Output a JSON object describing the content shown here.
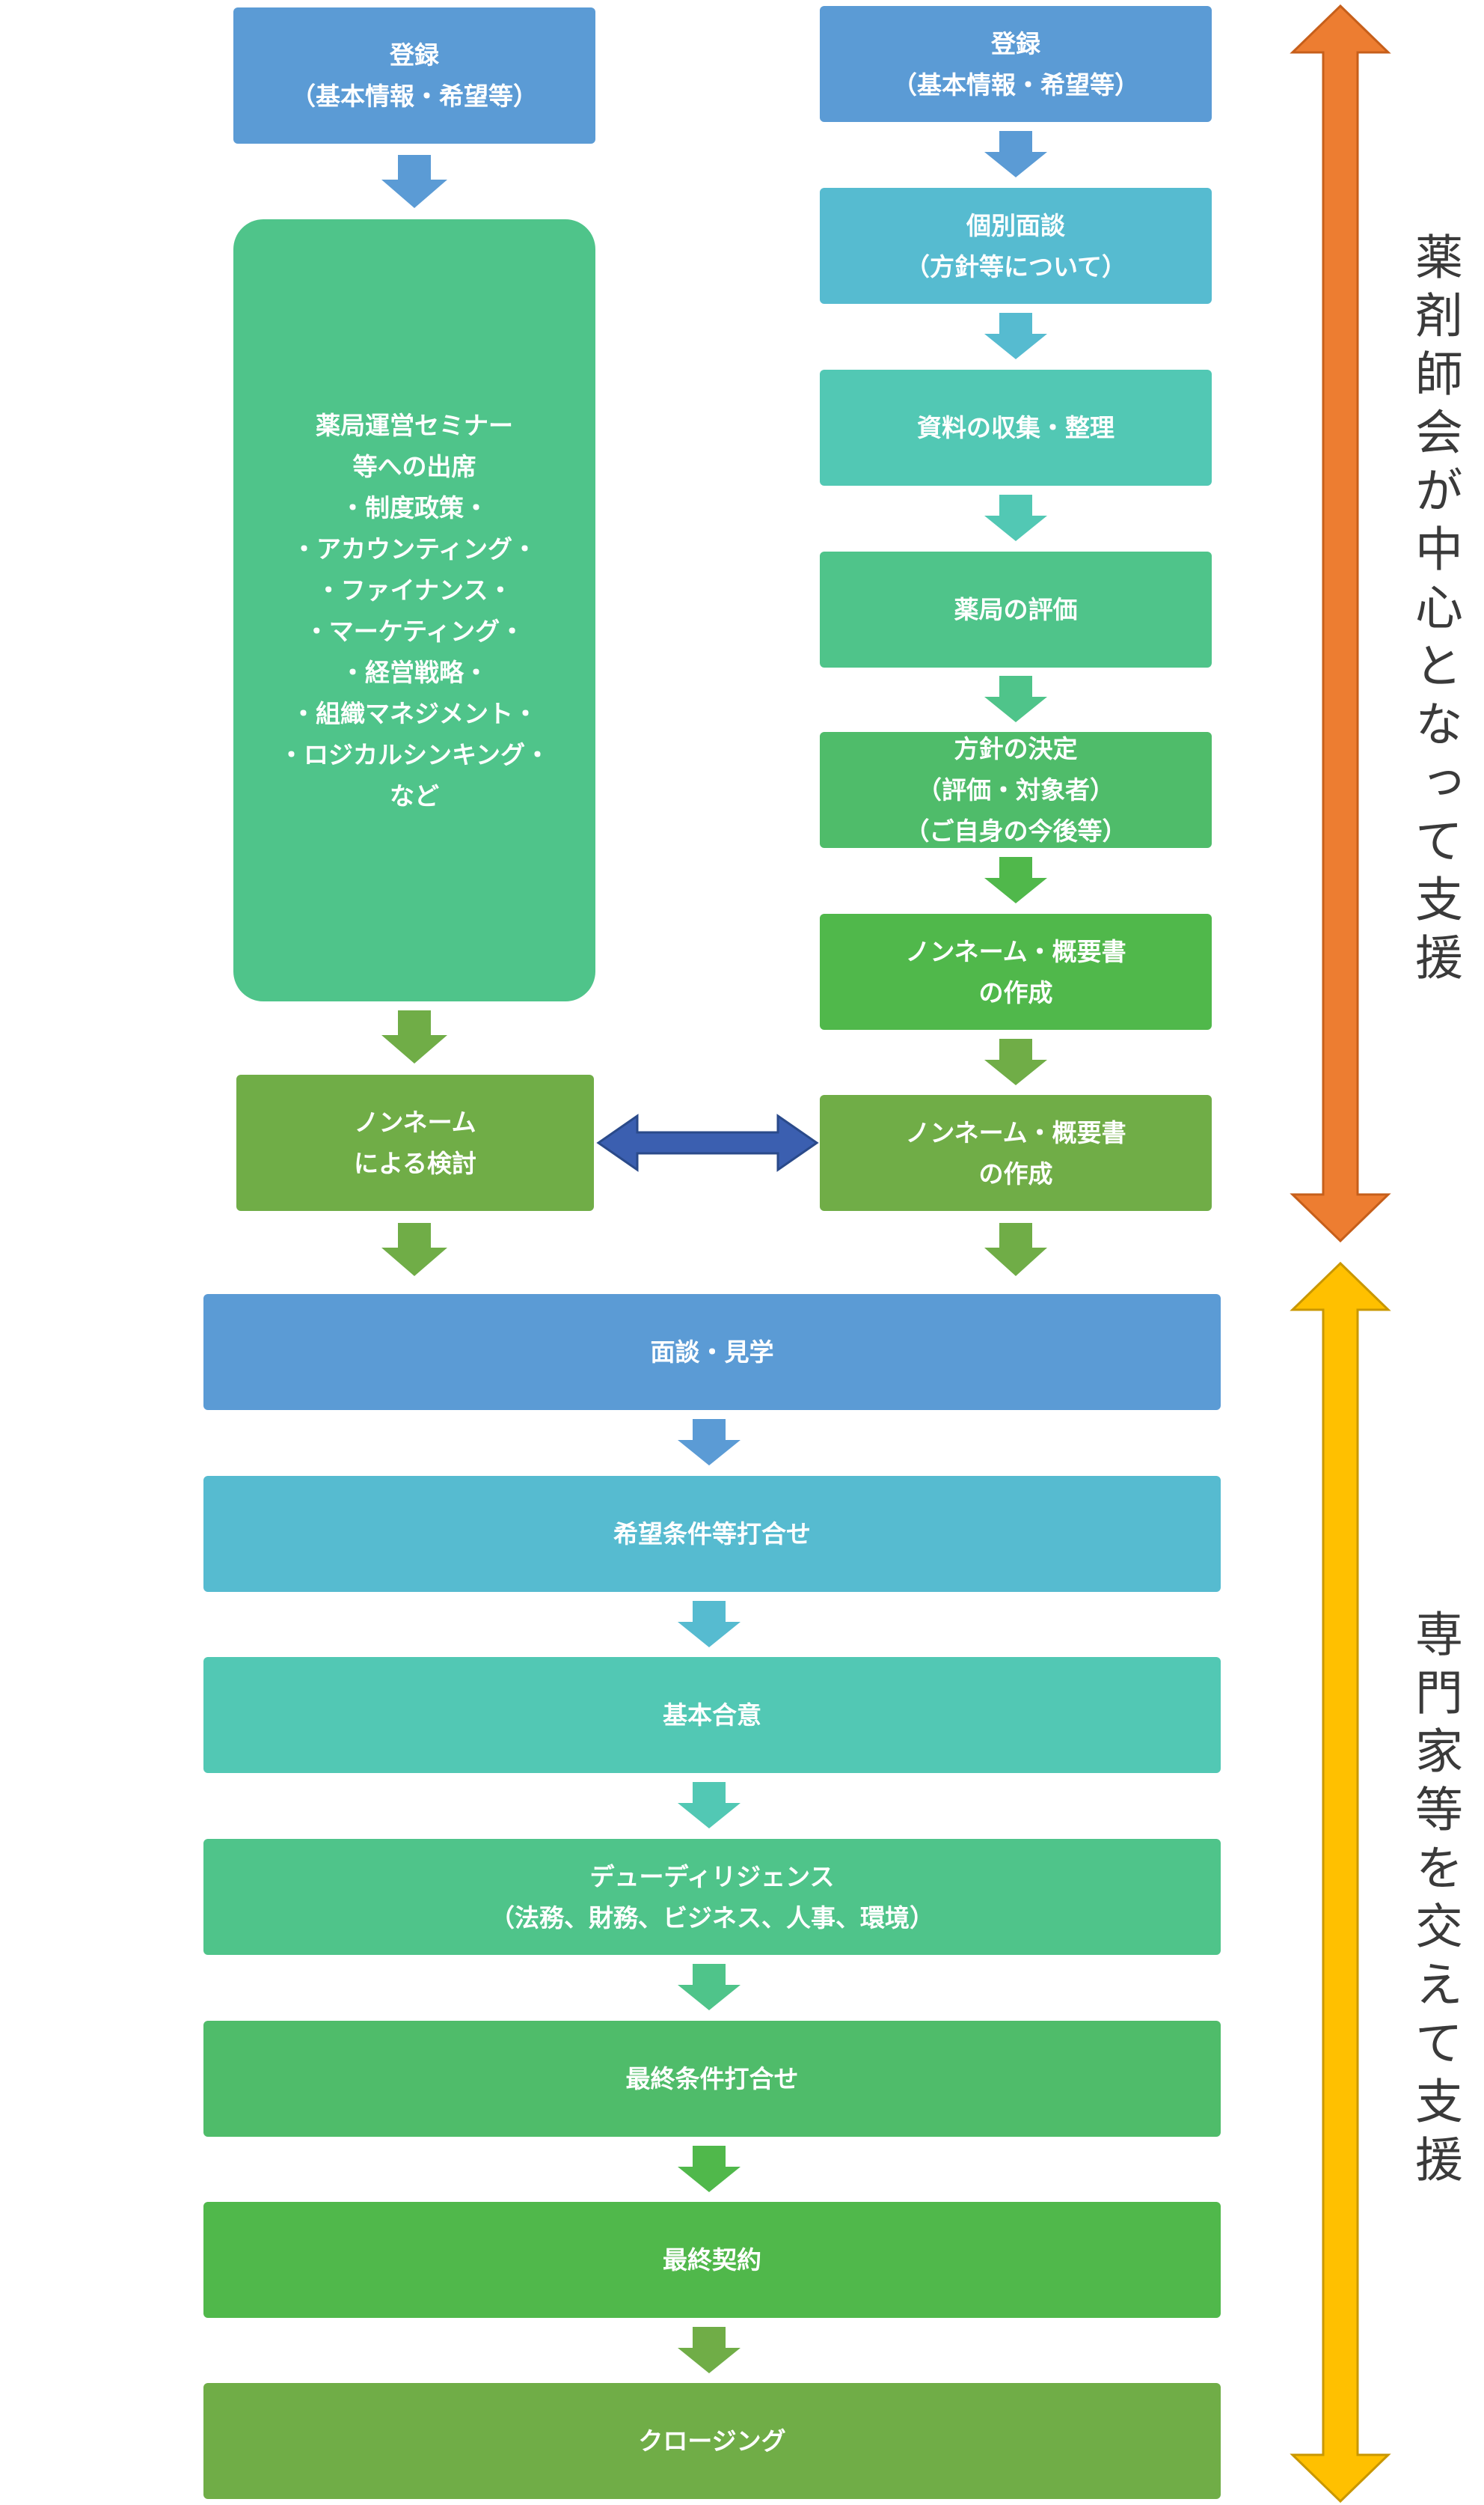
{
  "left_column": {
    "register": "登録\n（基本情報・希望等）",
    "seminar": "薬局運営セミナー\n等への出席\n・制度政策・\n・アカウンティング・\n・ファイナンス・\n・マーケティング・\n・経営戦略・\n・組織マネジメント・\n・ロジカルシンキング・\nなど",
    "review": "ノンネーム\nによる検討"
  },
  "right_column": {
    "register": "登録\n（基本情報・希望等）",
    "interview": "個別面談\n（方針等について）",
    "collect": "資料の収集・整理",
    "evaluate": "薬局の評価",
    "policy": "方針の決定\n（評価・対象者）\n（ご自身の今後等）",
    "create1": "ノンネーム・概要書\nの作成",
    "create2": "ノンネーム・概要書\nの作成"
  },
  "lower_flow": {
    "meeting": "面談・見学",
    "conditions": "希望条件等打合せ",
    "basic_agreement": "基本合意",
    "due_diligence": "デューディリジェンス\n（法務、財務、ビジネス、人事、環境）",
    "final_conditions": "最終条件打合せ",
    "final_contract": "最終契約",
    "closing": "クロージング"
  },
  "side_labels": {
    "upper": "薬剤師会が中心となって支援",
    "lower": "専門家等を交えて支援"
  },
  "colors": {
    "blue": "#5b9bd5",
    "cyan": "#56bbd0",
    "teal": "#52c8b4",
    "mint": "#4fc48a",
    "green": "#50b84b",
    "olive": "#70ad47",
    "dark_blue": "#3b5fb0",
    "orange": "#ed7d31",
    "yellow": "#ffc000"
  }
}
